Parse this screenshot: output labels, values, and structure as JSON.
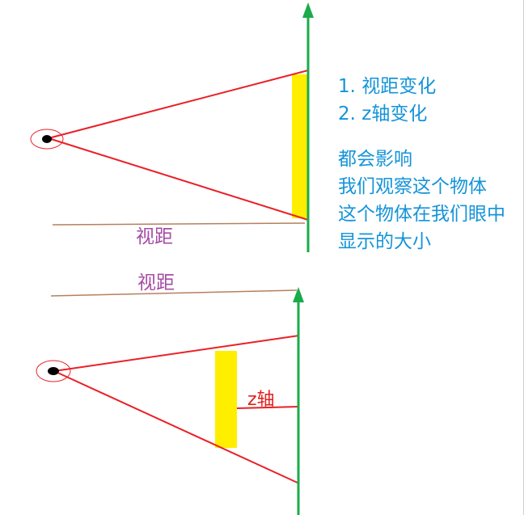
{
  "colors": {
    "ray": "#ea2027",
    "axis": "#1aab4a",
    "object": "#ffee00",
    "distance_line": "#b5805e",
    "label_purple": "#a64ca6",
    "label_red": "#e0201e",
    "note_blue": "#1594d8",
    "eye": "#000000",
    "eye_ring": "#ea2027"
  },
  "top_diagram": {
    "distance_label": "视距"
  },
  "bottom_diagram": {
    "distance_label": "视距",
    "z_label": "z轴"
  },
  "notes": {
    "items": [
      "1. 视距变化",
      "2. z轴变化"
    ],
    "conclusion": [
      "都会影响",
      "我们观察这个物体",
      "这个物体在我们眼中",
      "显示的大小"
    ]
  }
}
